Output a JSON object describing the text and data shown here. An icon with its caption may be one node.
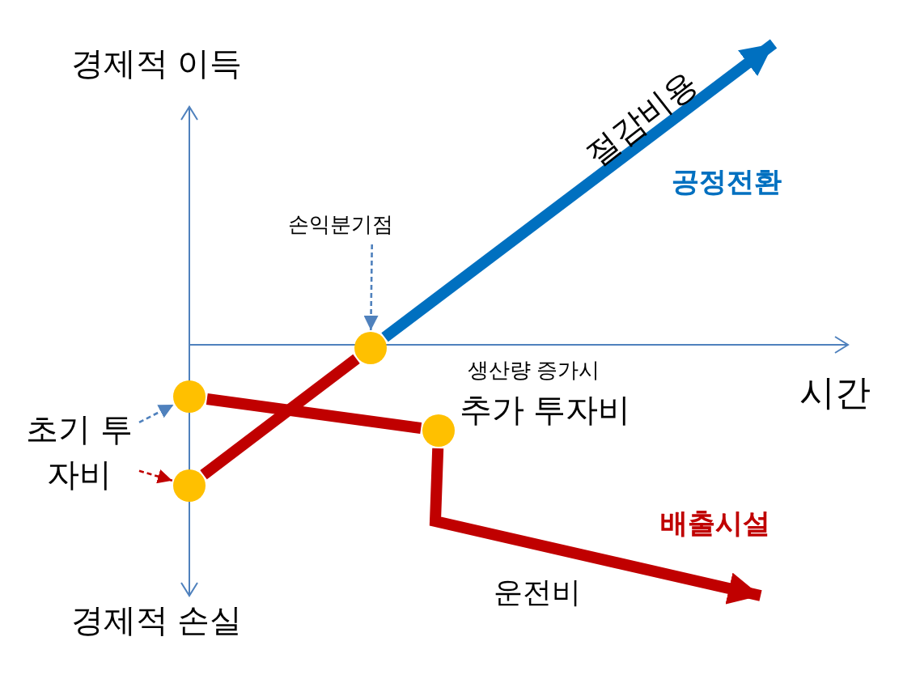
{
  "diagram": {
    "nodes": [
      {
        "text": [
          "손익분기점"
        ]
      },
      {
        "text": [],
        "shape": "circle"
      },
      {
        "text": [
          "초기 투자비"
        ]
      },
      {
        "text": [],
        "shape": "circle"
      },
      {
        "text": [],
        "shape": "circle"
      },
      {
        "text": [],
        "shape": "circle",
        "beside": [
          "생산량 증가시",
          "추가 투자비"
        ]
      }
    ],
    "edges": [
      {
        "from": 0,
        "to": 1,
        "arrow": "to",
        "style": "dashed",
        "color": "#4f81bd"
      },
      {
        "from": 2,
        "to": 3,
        "arrow": "to",
        "style": "dashed",
        "color": "#4f81bd"
      },
      {
        "from": 2,
        "to": 4,
        "arrow": "to",
        "style": "dashed",
        "color": "#c00000"
      },
      {
        "from": 4,
        "to": 1,
        "arrow": "none",
        "color": "#c00000"
      },
      {
        "from": 3,
        "to": 5,
        "arrow": "none",
        "color": "#c00000"
      },
      {
        "from": 1,
        "to": null,
        "arrow": "to",
        "color": "#0070c0",
        "label": "절감비용"
      },
      {
        "from": 5,
        "to": null,
        "arrow": "to",
        "color": "#c00000",
        "label": "운전비"
      }
    ],
    "labels": [
      "경제적 이득",
      "공정전환",
      "시간",
      "배출시설",
      "경제적 손실"
    ]
  }
}
